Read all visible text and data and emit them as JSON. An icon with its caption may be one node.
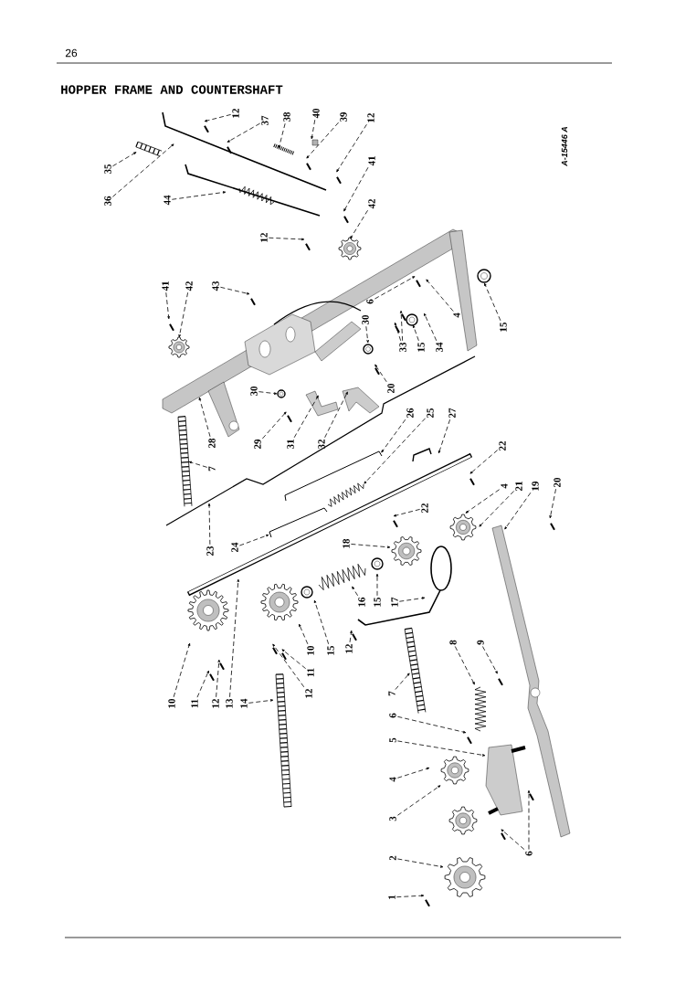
{
  "diagram": {
    "title": "HOPPER FRAME AND COUNTERSHAFT",
    "nodes": [
      {
        "text": [
          "12"
        ]
      },
      {
        "text": [
          "37"
        ]
      },
      {
        "text": [
          "38"
        ]
      },
      {
        "text": [
          "40"
        ]
      },
      {
        "text": [
          "39"
        ]
      },
      {
        "text": [
          "12"
        ]
      },
      {
        "text": [
          "35"
        ]
      },
      {
        "text": [
          "36"
        ]
      },
      {
        "text": [
          "41"
        ]
      },
      {
        "text": [
          "44"
        ]
      },
      {
        "text": [
          "42"
        ]
      },
      {
        "text": [
          "12"
        ]
      },
      {
        "text": [
          "41"
        ]
      },
      {
        "text": [
          "42"
        ]
      },
      {
        "text": [
          "43"
        ]
      },
      {
        "text": [
          "6"
        ]
      },
      {
        "text": [
          "30"
        ]
      },
      {
        "text": [
          "33"
        ]
      },
      {
        "text": [
          "15"
        ]
      },
      {
        "text": [
          "34"
        ]
      },
      {
        "text": [
          "4"
        ]
      },
      {
        "text": [
          "15"
        ]
      },
      {
        "text": [
          "20"
        ]
      },
      {
        "text": [
          "30"
        ]
      },
      {
        "text": [
          "28"
        ]
      },
      {
        "text": [
          "29"
        ]
      },
      {
        "text": [
          "31"
        ]
      },
      {
        "text": [
          "32"
        ]
      },
      {
        "text": [
          "26"
        ]
      },
      {
        "text": [
          "25"
        ]
      },
      {
        "text": [
          "27"
        ]
      },
      {
        "text": [
          "22"
        ]
      },
      {
        "text": [
          "7"
        ]
      },
      {
        "text": [
          "4"
        ]
      },
      {
        "text": [
          "21"
        ]
      },
      {
        "text": [
          "19"
        ]
      },
      {
        "text": [
          "20"
        ]
      },
      {
        "text": [
          "22"
        ]
      },
      {
        "text": [
          "18"
        ]
      },
      {
        "text": [
          "24"
        ]
      },
      {
        "text": [
          "23"
        ]
      },
      {
        "text": [
          "16"
        ]
      },
      {
        "text": [
          "15"
        ]
      },
      {
        "text": [
          "17"
        ]
      },
      {
        "text": [
          "8"
        ]
      },
      {
        "text": [
          "9"
        ]
      },
      {
        "text": [
          "10"
        ]
      },
      {
        "text": [
          "15"
        ]
      },
      {
        "text": [
          "12"
        ]
      },
      {
        "text": [
          "11"
        ]
      },
      {
        "text": [
          "12"
        ]
      },
      {
        "text": [
          "7"
        ]
      },
      {
        "text": [
          "10"
        ]
      },
      {
        "text": [
          "11"
        ]
      },
      {
        "text": [
          "12"
        ]
      },
      {
        "text": [
          "13"
        ]
      },
      {
        "text": [
          "14"
        ]
      },
      {
        "text": [
          "6"
        ]
      },
      {
        "text": [
          "5"
        ]
      },
      {
        "text": [
          "4"
        ]
      },
      {
        "text": [
          "3"
        ]
      },
      {
        "text": [
          "6"
        ]
      },
      {
        "text": [
          "2"
        ]
      },
      {
        "text": [
          "1"
        ]
      }
    ],
    "edges": [
      {
        "from": 0,
        "to": null,
        "arrow": "to"
      },
      {
        "from": 1,
        "to": null,
        "arrow": "to"
      },
      {
        "from": 2,
        "to": null,
        "arrow": "to"
      },
      {
        "from": 3,
        "to": null,
        "arrow": "to"
      },
      {
        "from": 4,
        "to": null,
        "arrow": "to"
      },
      {
        "from": 5,
        "to": null,
        "arrow": "to"
      },
      {
        "from": 6,
        "to": null,
        "arrow": "to"
      },
      {
        "from": 7,
        "to": null,
        "arrow": "to"
      },
      {
        "from": 8,
        "to": null,
        "arrow": "to"
      },
      {
        "from": 9,
        "to": null,
        "arrow": "to"
      },
      {
        "from": 10,
        "to": null,
        "arrow": "to"
      },
      {
        "from": 11,
        "to": null,
        "arrow": "to"
      },
      {
        "from": 12,
        "to": null,
        "arrow": "to"
      },
      {
        "from": 13,
        "to": null,
        "arrow": "to"
      },
      {
        "from": 14,
        "to": null,
        "arrow": "to"
      },
      {
        "from": 15,
        "to": null,
        "arrow": "to"
      },
      {
        "from": 16,
        "to": null,
        "arrow": "to"
      },
      {
        "from": 17,
        "to": null,
        "arrow": "to"
      },
      {
        "from": 17,
        "to": null,
        "arrow": "to"
      },
      {
        "from": 18,
        "to": null,
        "arrow": "to"
      },
      {
        "from": 19,
        "to": null,
        "arrow": "to"
      },
      {
        "from": 20,
        "to": null,
        "arrow": "to"
      },
      {
        "from": 21,
        "to": null,
        "arrow": "to"
      },
      {
        "from": 22,
        "to": null,
        "arrow": "to"
      },
      {
        "from": 23,
        "to": null,
        "arrow": "to"
      },
      {
        "from": 24,
        "to": null,
        "arrow": "to"
      },
      {
        "from": 25,
        "to": null,
        "arrow": "to"
      },
      {
        "from": 26,
        "to": null,
        "arrow": "to"
      },
      {
        "from": 27,
        "to": null,
        "arrow": "to"
      },
      {
        "from": 28,
        "to": null,
        "arrow": "to"
      },
      {
        "from": 29,
        "to": null,
        "arrow": "to"
      },
      {
        "from": 30,
        "to": null,
        "arrow": "to"
      },
      {
        "from": 31,
        "to": null,
        "arrow": "to"
      },
      {
        "from": 32,
        "to": null,
        "arrow": "to"
      },
      {
        "from": 33,
        "to": null,
        "arrow": "to"
      },
      {
        "from": 34,
        "to": null,
        "arrow": "to"
      },
      {
        "from": 35,
        "to": null,
        "arrow": "to"
      },
      {
        "from": 36,
        "to": null,
        "arrow": "to"
      },
      {
        "from": 37,
        "to": null,
        "arrow": "to"
      },
      {
        "from": 38,
        "to": null,
        "arrow": "to"
      },
      {
        "from": 39,
        "to": null,
        "arrow": "to"
      },
      {
        "from": 40,
        "to": null,
        "arrow": "to"
      },
      {
        "from": 41,
        "to": null,
        "arrow": "to"
      },
      {
        "from": 42,
        "to": null,
        "arrow": "to"
      },
      {
        "from": 43,
        "to": null,
        "arrow": "to"
      },
      {
        "from": 44,
        "to": null,
        "arrow": "to"
      },
      {
        "from": 45,
        "to": null,
        "arrow": "to"
      },
      {
        "from": 46,
        "to": null,
        "arrow": "to"
      },
      {
        "from": 47,
        "to": null,
        "arrow": "to"
      },
      {
        "from": 48,
        "to": null,
        "arrow": "to"
      },
      {
        "from": 49,
        "to": null,
        "arrow": "to"
      },
      {
        "from": 50,
        "to": null,
        "arrow": "to"
      },
      {
        "from": 51,
        "to": null,
        "arrow": "to"
      },
      {
        "from": 52,
        "to": null,
        "arrow": "to"
      },
      {
        "from": 53,
        "to": null,
        "arrow": "to"
      },
      {
        "from": 54,
        "to": null,
        "arrow": "to"
      },
      {
        "from": 55,
        "to": null,
        "arrow": "to"
      },
      {
        "from": 56,
        "to": null,
        "arrow": "to"
      },
      {
        "from": 57,
        "to": null,
        "arrow": "to"
      },
      {
        "from": 58,
        "to": null,
        "arrow": "to"
      },
      {
        "from": 59,
        "to": null,
        "arrow": "to"
      },
      {
        "from": 60,
        "to": null,
        "arrow": "to"
      },
      {
        "from": 61,
        "to": null,
        "arrow": "to"
      },
      {
        "from": 61,
        "to": null,
        "arrow": "to"
      },
      {
        "from": 62,
        "to": null,
        "arrow": "to"
      },
      {
        "from": 63,
        "to": null,
        "arrow": "to"
      }
    ],
    "labels": [
      "26",
      "A-15446 A"
    ]
  }
}
